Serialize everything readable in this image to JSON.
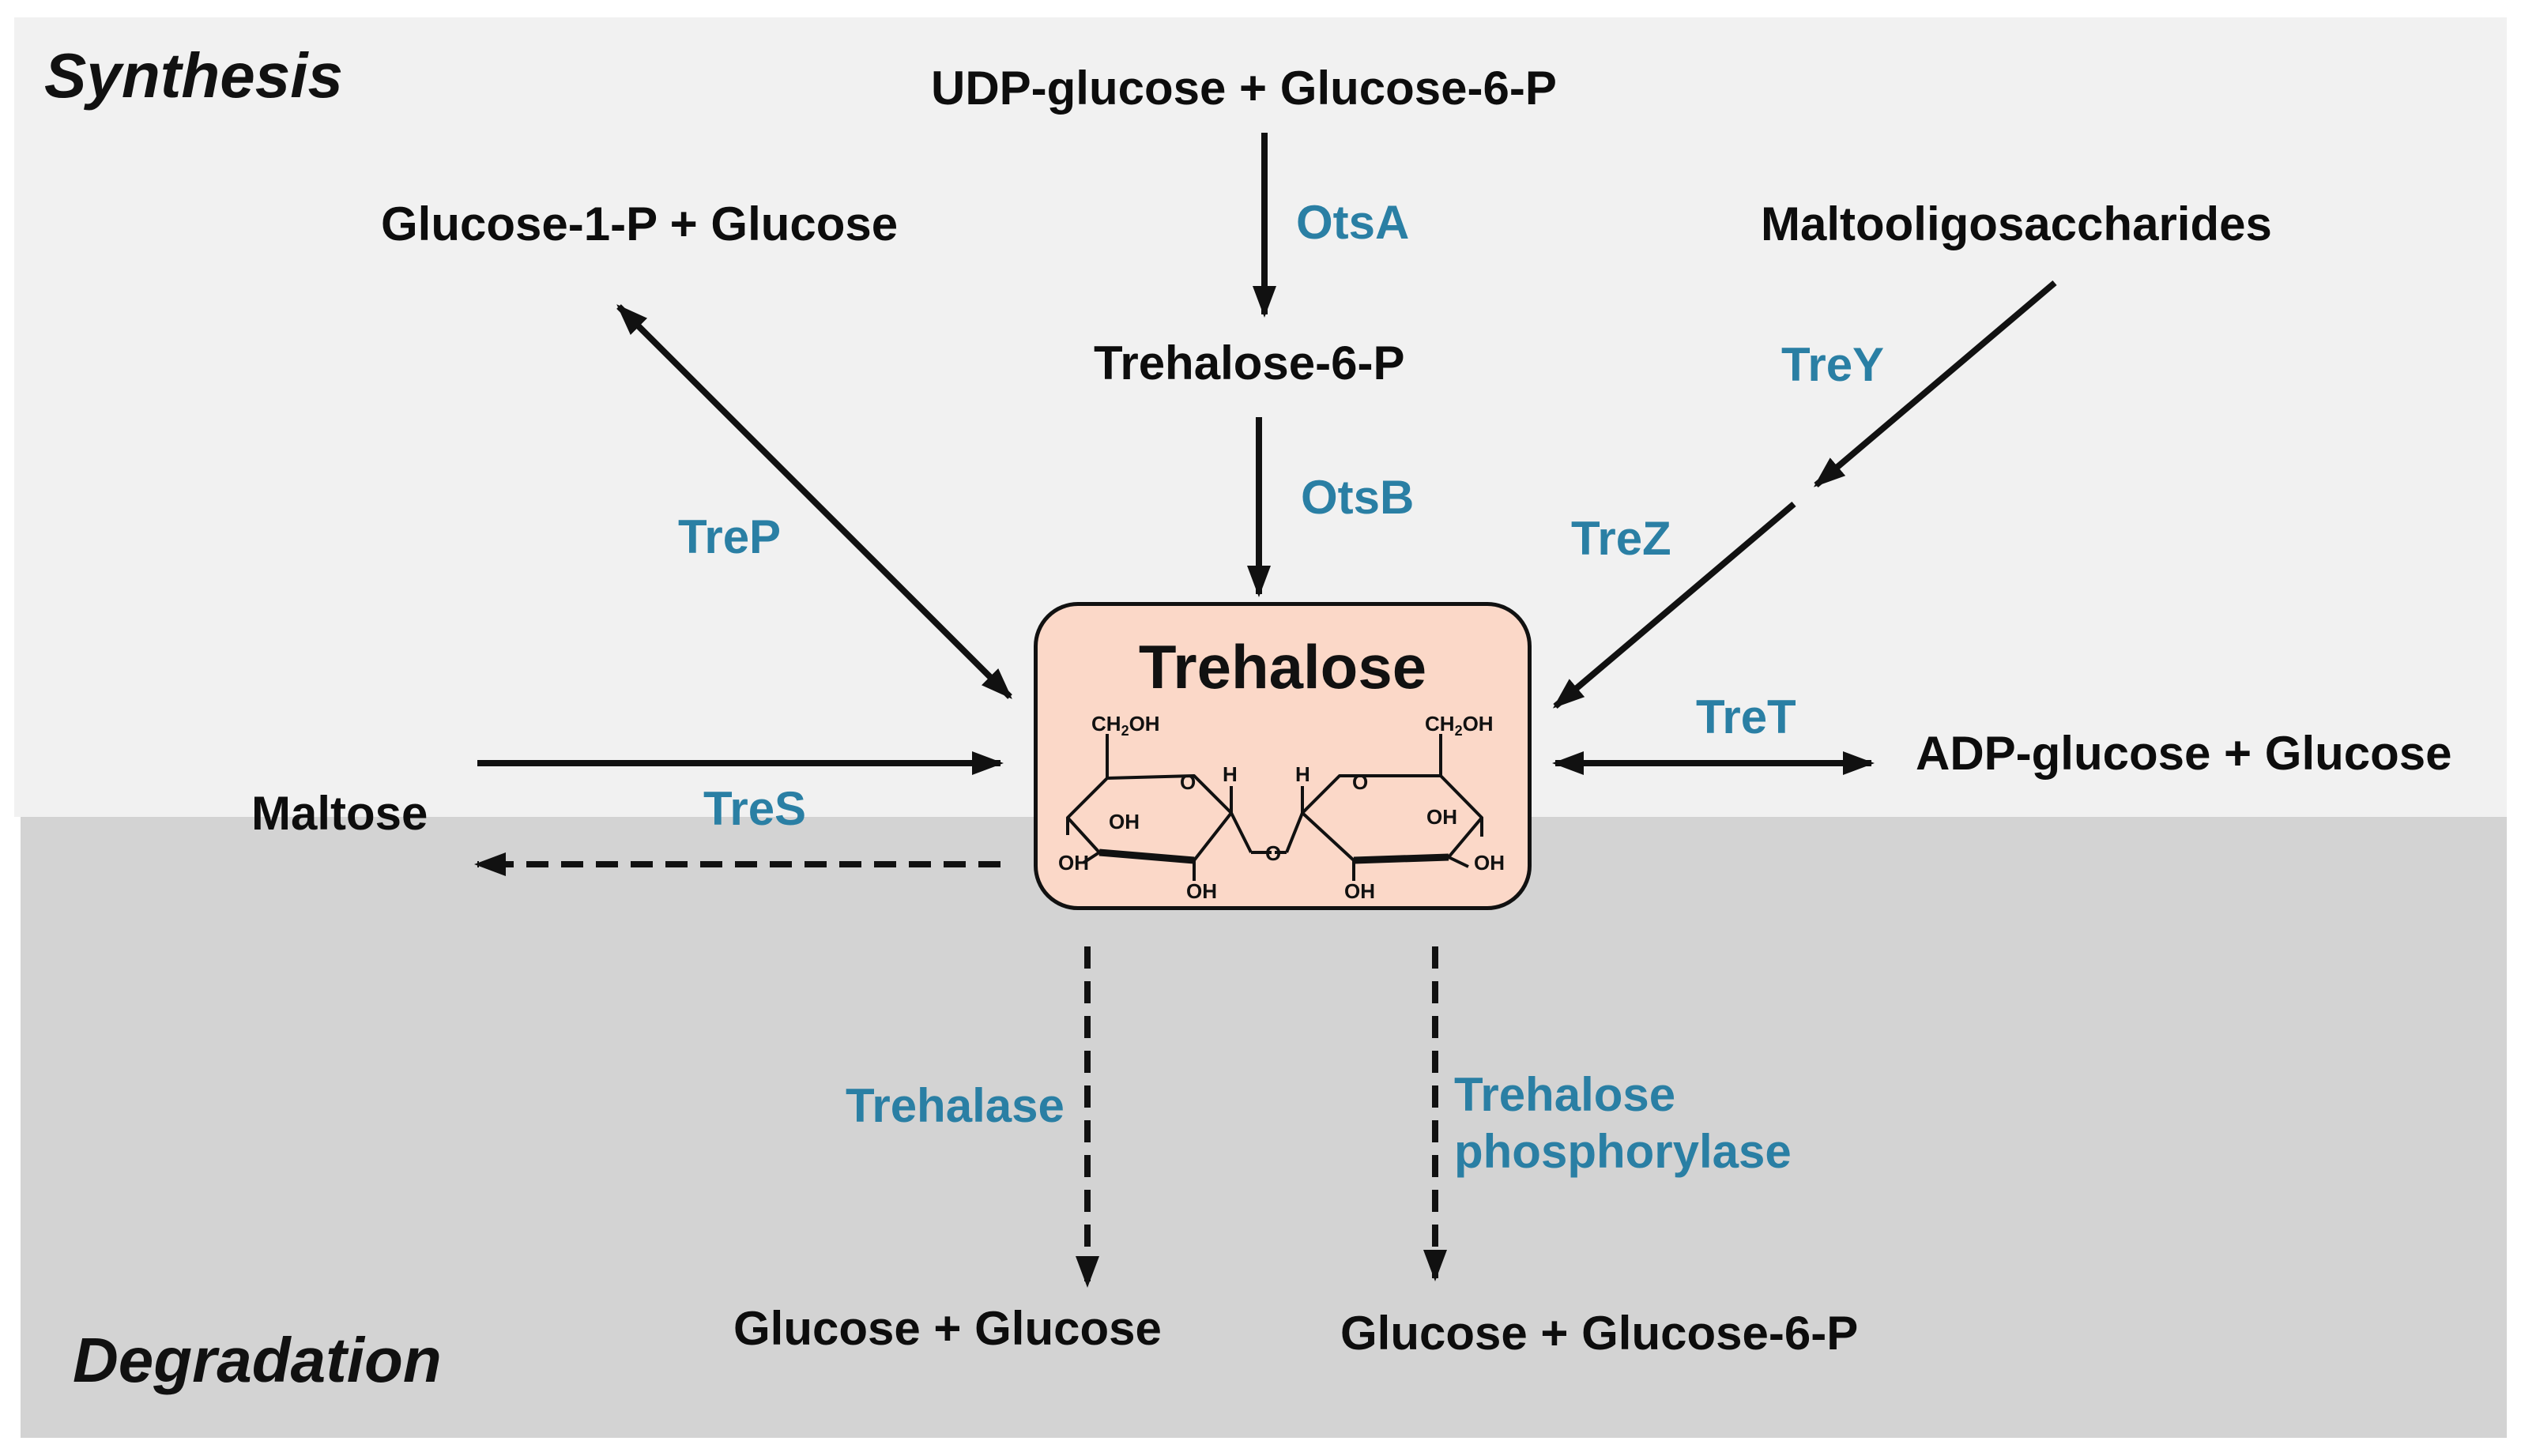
{
  "sections": {
    "synthesis": "Synthesis",
    "degradation": "Degradation"
  },
  "center": {
    "title": "Trehalose",
    "structure": {
      "ch2oh_main": "CH",
      "ch2oh_sub": "2",
      "ch2oh_end": "OH",
      "oh": "OH",
      "o": "O",
      "h": "H"
    }
  },
  "compounds": {
    "udp_glucose_g6p": "UDP-glucose + Glucose-6-P",
    "trehalose_6p": "Trehalose-6-P",
    "glucose1p_glucose": "Glucose-1-P + Glucose",
    "maltooligosaccharides": "Maltooligosaccharides",
    "maltose": "Maltose",
    "adp_glucose_glucose": "ADP-glucose + Glucose",
    "glucose_glucose": "Glucose + Glucose",
    "glucose_g6p": "Glucose + Glucose-6-P"
  },
  "enzymes": {
    "otsa": "OtsA",
    "otsb": "OtsB",
    "trep": "TreP",
    "trey": "TreY",
    "trez": "TreZ",
    "tret": "TreT",
    "tres": "TreS",
    "trehalase": "Trehalase",
    "trehalose_phosphorylase_line1": "Trehalose",
    "trehalose_phosphorylase_line2": "phosphorylase"
  },
  "colors": {
    "enzyme": "#2a7fa4",
    "synthesis_bg": "#f1f1f1",
    "degradation_bg": "#d3d3d3",
    "trehalose_box": "#fbd8c8"
  }
}
